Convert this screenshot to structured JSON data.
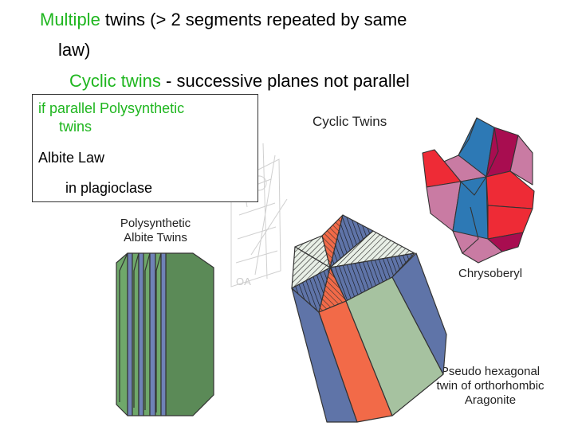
{
  "heading": {
    "line1_highlight": "Multiple",
    "line1_rest": " twins (> 2 segments repeated by same",
    "line1_wrap": "law)",
    "line2_highlight": "Cyclic twins",
    "line2_rest": "  - successive planes not parallel"
  },
  "note_box": {
    "line1": "if parallel Polysynthetic",
    "line1_wrap": "twins",
    "line2": "Albite Law",
    "line3": "in plagioclase"
  },
  "figures": {
    "cyclic_title": "Cyclic Twins",
    "polysynthetic_caption": [
      "Polysynthetic",
      "Albite Twins"
    ],
    "chrysoberyl_caption": "Chrysoberyl",
    "aragonite_caption": [
      "Pseudo hexagonal",
      "twin of orthorhombic",
      "Aragonite"
    ],
    "sketch_label": "OA"
  },
  "colors": {
    "highlight_green": "#1fb61f",
    "albite_green": "#6fa86a",
    "albite_dark_green": "#5b8a57",
    "albite_blue": "#6f82b7",
    "aragonite_orange": "#f26a48",
    "aragonite_blue": "#5f74a8",
    "aragonite_pale": "#a6c2a0",
    "chrysoberyl_red": "#ee2b36",
    "chrysoberyl_blue": "#2d79b5",
    "chrysoberyl_pink": "#c97ba3",
    "chrysoberyl_magenta": "#a80d50"
  }
}
